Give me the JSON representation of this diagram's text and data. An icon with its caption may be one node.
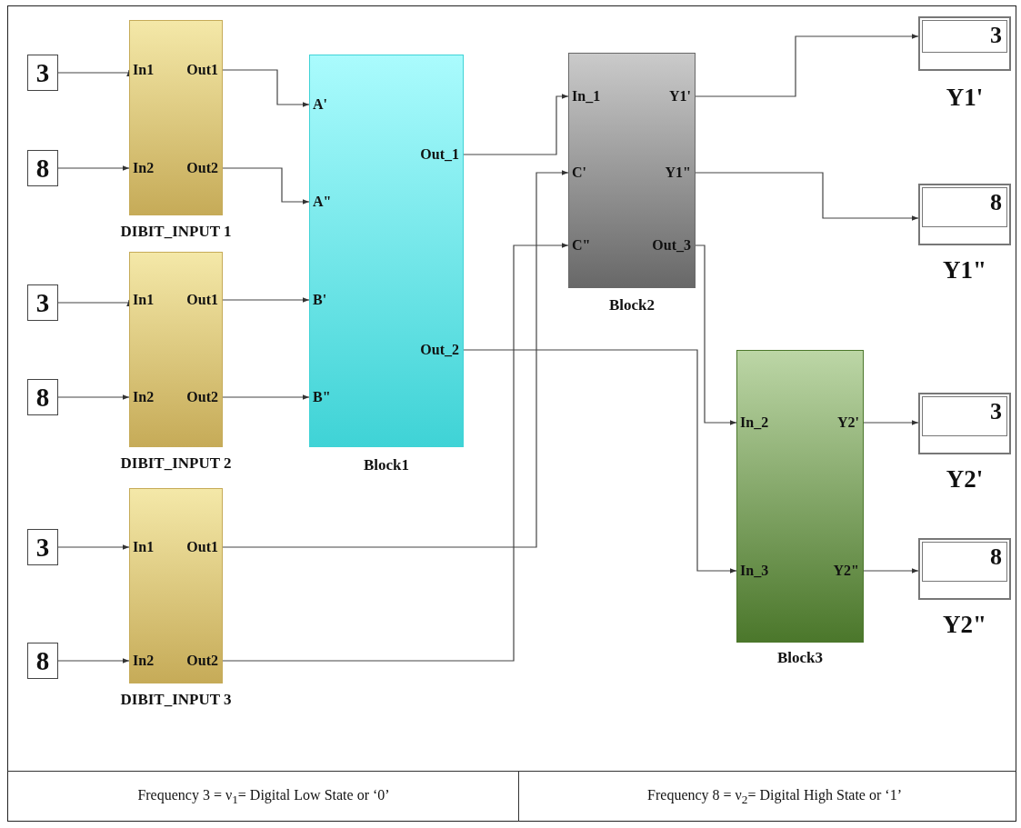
{
  "diagram": {
    "nodes": [
      {
        "text": [
          "3"
        ]
      },
      {
        "text": [
          "8"
        ]
      },
      {
        "text": [
          "3"
        ]
      },
      {
        "text": [
          "8"
        ]
      },
      {
        "text": [
          "3"
        ]
      },
      {
        "text": [
          "8"
        ]
      },
      {
        "text": [
          "In1",
          "Out1",
          "In2",
          "Out2"
        ],
        "beside": [
          "DIBIT_INPUT 1"
        ]
      },
      {
        "text": [
          "In1",
          "Out1",
          "In2",
          "Out2"
        ],
        "beside": [
          "DIBIT_INPUT 2"
        ]
      },
      {
        "text": [
          "In1",
          "Out1",
          "In2",
          "Out2"
        ],
        "beside": [
          "DIBIT_INPUT 3"
        ]
      },
      {
        "text": [
          "A'",
          "A\"",
          "B'",
          "B\"",
          "Out_1",
          "Out_2"
        ],
        "beside": [
          "Block1"
        ]
      },
      {
        "text": [
          "In_1",
          "C'",
          "C\"",
          "Y1'",
          "Y1\"",
          "Out_3"
        ],
        "beside": [
          "Block2"
        ]
      },
      {
        "text": [
          "In_2",
          "In_3",
          "Y2'",
          "Y2\""
        ],
        "beside": [
          "Block3"
        ]
      },
      {
        "text": [
          "3"
        ],
        "beside": [
          "Y1'"
        ]
      },
      {
        "text": [
          "8"
        ],
        "beside": [
          "Y1\""
        ]
      },
      {
        "text": [
          "3"
        ],
        "beside": [
          "Y2'"
        ]
      },
      {
        "text": [
          "8"
        ],
        "beside": [
          "Y2\""
        ]
      }
    ],
    "edges": [
      {
        "from": 0,
        "to": 6,
        "arrow": "to"
      },
      {
        "from": 1,
        "to": 6,
        "arrow": "to"
      },
      {
        "from": 2,
        "to": 7,
        "arrow": "to"
      },
      {
        "from": 3,
        "to": 7,
        "arrow": "to"
      },
      {
        "from": 4,
        "to": 8,
        "arrow": "to"
      },
      {
        "from": 5,
        "to": 8,
        "arrow": "to"
      },
      {
        "from": 6,
        "to": 9,
        "arrow": "to"
      },
      {
        "from": 6,
        "to": 9,
        "arrow": "to"
      },
      {
        "from": 7,
        "to": 9,
        "arrow": "to"
      },
      {
        "from": 7,
        "to": 9,
        "arrow": "to"
      },
      {
        "from": 9,
        "to": 10,
        "arrow": "to"
      },
      {
        "from": 8,
        "to": 10,
        "arrow": "to"
      },
      {
        "from": 8,
        "to": 10,
        "arrow": "to"
      },
      {
        "from": 10,
        "to": 12,
        "arrow": "to"
      },
      {
        "from": 10,
        "to": 13,
        "arrow": "to"
      },
      {
        "from": 10,
        "to": 11,
        "arrow": "to"
      },
      {
        "from": 9,
        "to": 11,
        "arrow": "to"
      },
      {
        "from": 11,
        "to": 14,
        "arrow": "to"
      },
      {
        "from": 11,
        "to": 15,
        "arrow": "to"
      }
    ],
    "labels": [
      "Frequency 3 = ν$_{1}$= Digital Low State or ‘0’",
      "Frequency 8 = ν$_{2}$= Digital High State or ‘1’"
    ]
  }
}
